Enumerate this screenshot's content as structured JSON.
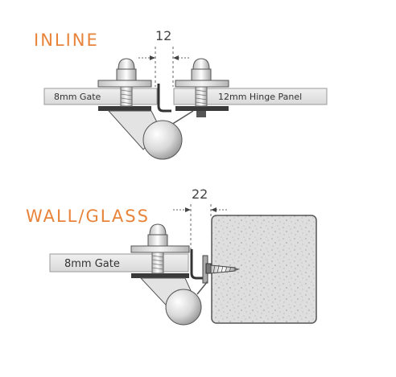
{
  "inline": {
    "title": "INLINE",
    "gap": "12",
    "left_panel": "8mm Gate",
    "right_panel": "12mm Hinge Panel"
  },
  "wall": {
    "title": "WALL/GLASS",
    "gap": "22",
    "panel": "8mm Gate"
  },
  "colors": {
    "title": "#e8833a",
    "glass": "#e6e6e6",
    "glass_edge": "#999999",
    "metal": "#d5d5d5",
    "dark_metal": "#333333",
    "wall": "#dcdcdc"
  }
}
